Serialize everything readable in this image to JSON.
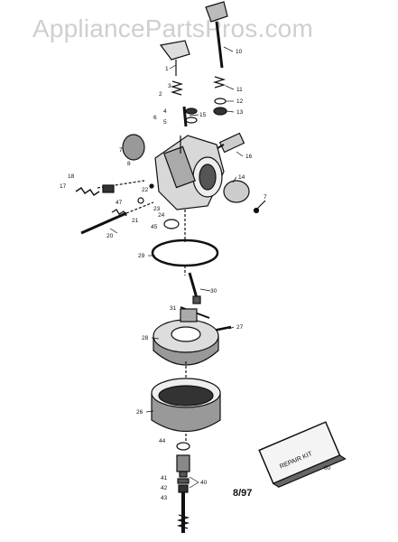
{
  "watermark": "AppliancePartsPros.com",
  "date_code": "8/97",
  "repair_kit": {
    "text": "REPAIR KIT",
    "part": "60"
  },
  "callouts": [
    "1",
    "2",
    "3",
    "4",
    "5",
    "6",
    "7",
    "8",
    "10",
    "11",
    "12",
    "13",
    "14",
    "15",
    "16",
    "17",
    "18",
    "20",
    "21",
    "22",
    "23",
    "24",
    "26",
    "27",
    "28",
    "29",
    "30",
    "31",
    "40",
    "41",
    "42",
    "43",
    "44",
    "45",
    "47",
    "7"
  ]
}
